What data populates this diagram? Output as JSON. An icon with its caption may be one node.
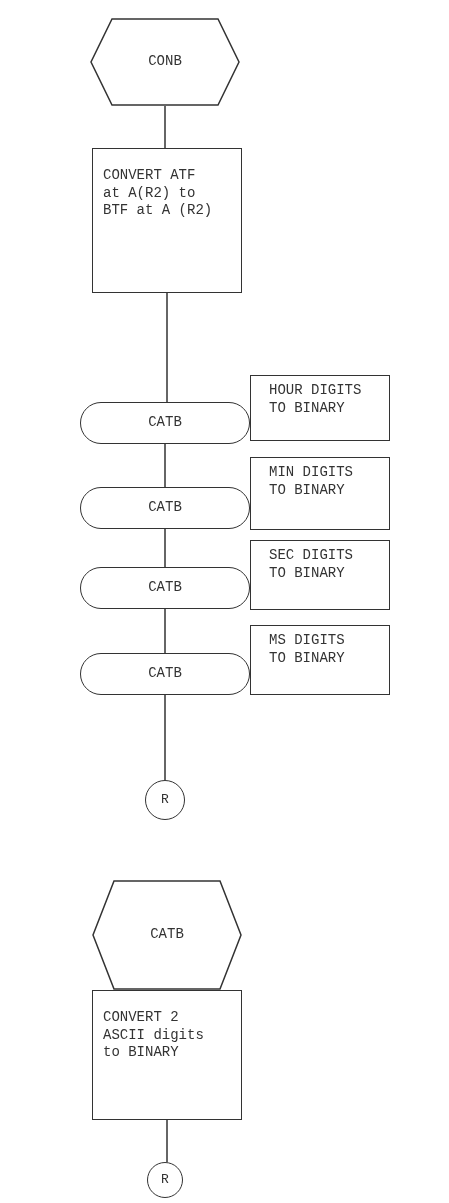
{
  "diagram": {
    "nodes": [
      {
        "text": [
          "CONB"
        ]
      },
      {
        "text": [
          "CONVERT ATF at A(R2) to BTF at A (R2)"
        ]
      },
      {
        "text": [
          "CATB"
        ]
      },
      {
        "text": [
          "HOUR DIGITS TO BINARY"
        ]
      },
      {
        "text": [
          "CATB"
        ]
      },
      {
        "text": [
          "MIN DIGITS TO BINARY"
        ]
      },
      {
        "text": [
          "CATB"
        ]
      },
      {
        "text": [
          "SEC DIGITS TO BINARY"
        ]
      },
      {
        "text": [
          "CATB"
        ]
      },
      {
        "text": [
          "MS DIGITS TO BINARY"
        ]
      },
      {
        "text": [
          "R"
        ]
      },
      {
        "text": [
          "CATB"
        ]
      },
      {
        "text": [
          "CONVERT 2 ASCII digits to BINARY"
        ]
      },
      {
        "text": [
          "R"
        ]
      }
    ],
    "edges": [
      {
        "from": 0,
        "to": 1,
        "arrow": "none"
      },
      {
        "from": 1,
        "to": 2,
        "arrow": "none"
      },
      {
        "from": 2,
        "to": 4,
        "arrow": "none"
      },
      {
        "from": 4,
        "to": 6,
        "arrow": "none"
      },
      {
        "from": 6,
        "to": 8,
        "arrow": "none"
      },
      {
        "from": 8,
        "to": 10,
        "arrow": "none"
      },
      {
        "from": 12,
        "to": 13,
        "arrow": "none"
      }
    ]
  }
}
